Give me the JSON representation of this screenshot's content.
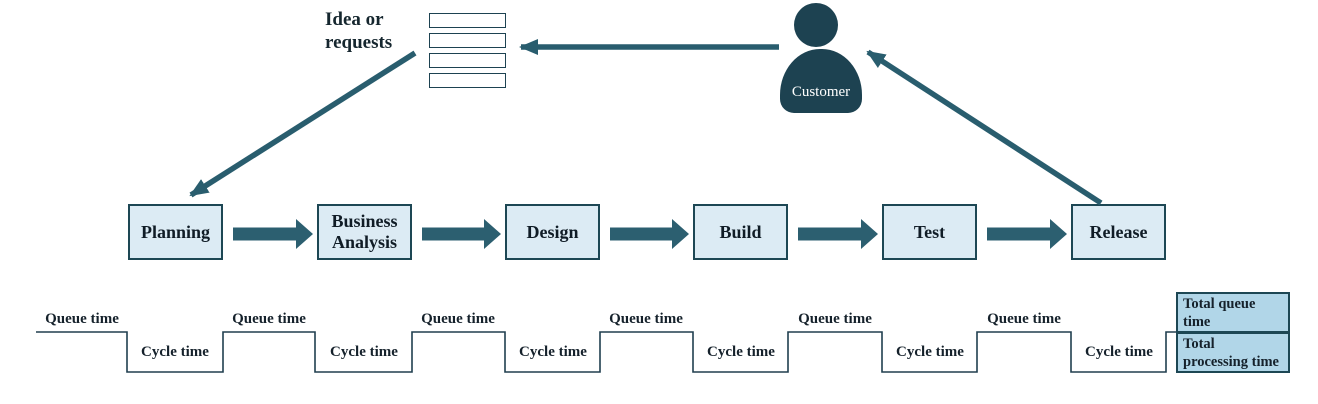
{
  "colors": {
    "dark_figure": "#1d4251",
    "arrow": "#295d6e",
    "block_arrow": "#2c5f70",
    "process_fill": "#dcebf4",
    "process_border": "#1d4754",
    "total_fill": "#b1d6e8",
    "wave_line": "#203f4f",
    "text": "#15212b",
    "customer_text": "#ffffff"
  },
  "idea": {
    "label": "Idea or requests",
    "request_rows": 4
  },
  "customer": {
    "label": "Customer"
  },
  "process": {
    "steps": [
      {
        "label": "Planning"
      },
      {
        "label": "Business Analysis"
      },
      {
        "label": "Design"
      },
      {
        "label": "Build"
      },
      {
        "label": "Test"
      },
      {
        "label": "Release"
      }
    ]
  },
  "timeline": {
    "queue_label": "Queue time",
    "cycle_label": "Cycle time",
    "repeats": 6,
    "totals": [
      {
        "label": "Total queue time"
      },
      {
        "label": "Total processing time"
      }
    ]
  }
}
